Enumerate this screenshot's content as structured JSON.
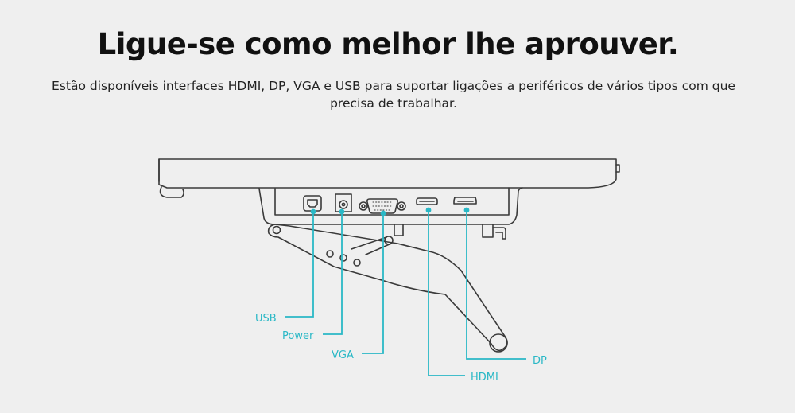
{
  "heading": {
    "title": "Ligue-se como melhor lhe aprouver.",
    "subtitle_line1": "Estão disponíveis interfaces HDMI, DP, VGA e USB para suportar ligações a periféricos de vários tipos com que",
    "subtitle_line2": "precisa de trabalhar."
  },
  "diagram": {
    "accent_color": "#2ab8c6",
    "line_color": "#3a3a3a",
    "ports": [
      {
        "id": "usb",
        "label": "USB"
      },
      {
        "id": "power",
        "label": "Power"
      },
      {
        "id": "vga",
        "label": "VGA"
      },
      {
        "id": "hdmi",
        "label": "HDMI"
      },
      {
        "id": "dp",
        "label": "DP"
      }
    ]
  }
}
